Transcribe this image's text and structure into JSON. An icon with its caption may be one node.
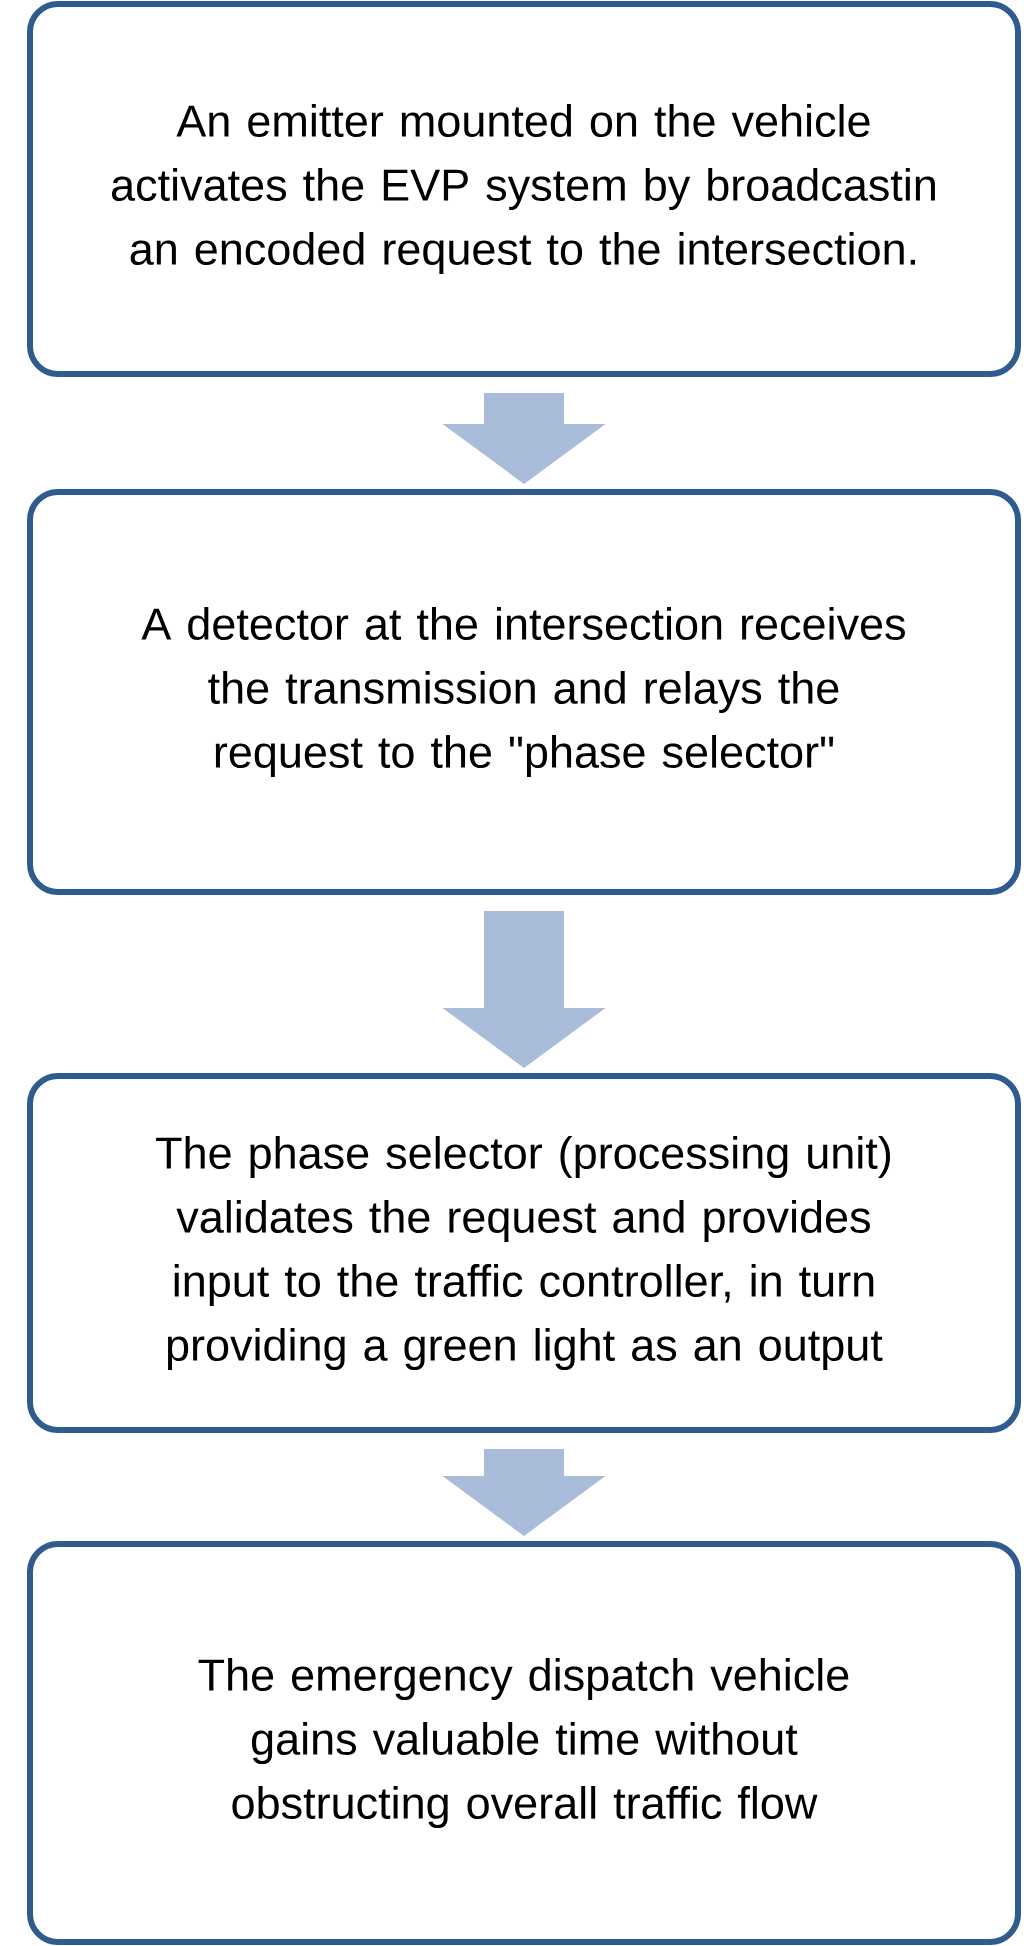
{
  "diagram": {
    "nodes": [
      {
        "text": [
          "An emitter mounted on the vehicle activates the EVP system by broadcastin an encoded request to the intersection."
        ]
      },
      {
        "text": [
          "A detector at the intersection receives the transmission and relays the request to the \"phase selector\""
        ]
      },
      {
        "text": [
          "The phase selector (processing unit) validates the request and provides input to the traffic controller, in turn providing a green light as an output"
        ]
      },
      {
        "text": [
          "The emergency dispatch vehicle gains valuable time without obstructing overall traffic flow"
        ]
      }
    ],
    "edges": [
      {
        "from": 0,
        "to": 1,
        "arrow": "to"
      },
      {
        "from": 1,
        "to": 2,
        "arrow": "to"
      },
      {
        "from": 2,
        "to": 3,
        "arrow": "to"
      }
    ]
  }
}
